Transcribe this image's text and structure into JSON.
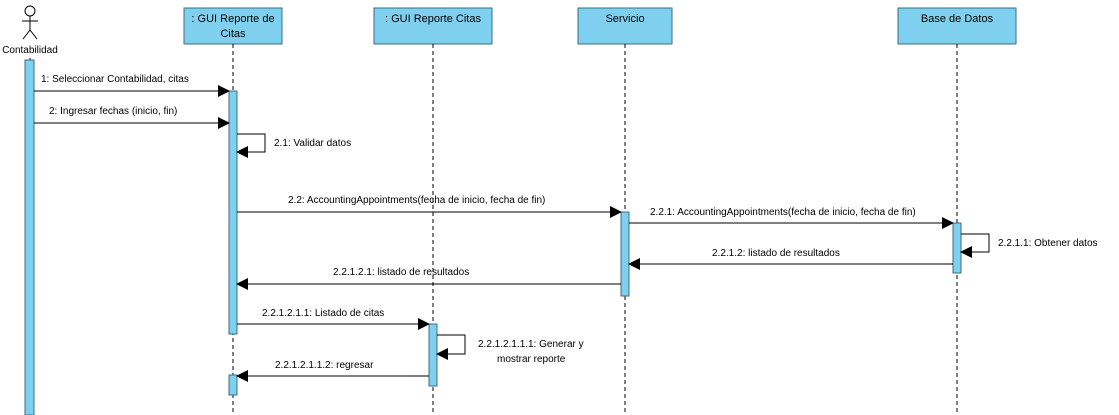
{
  "actor": {
    "name": "Contabilidad"
  },
  "lifelines": [
    {
      "id": "gui_reporte_de_citas",
      "name_lines": [
        ": GUI Reporte de",
        "Citas"
      ]
    },
    {
      "id": "gui_reporte_citas",
      "name_lines": [
        ": GUI Reporte Citas"
      ]
    },
    {
      "id": "servicio",
      "name_lines": [
        "Servicio"
      ]
    },
    {
      "id": "base_de_datos",
      "name_lines": [
        "Base de Datos"
      ]
    }
  ],
  "messages": [
    {
      "id": "m1",
      "text": "1: Seleccionar Contabilidad, citas"
    },
    {
      "id": "m2",
      "text": "2: Ingresar fechas (inicio, fin)"
    },
    {
      "id": "m21",
      "text": "2.1: Validar datos"
    },
    {
      "id": "m22",
      "text": "2.2: AccountingAppointments(fecha de inicio, fecha de fin)"
    },
    {
      "id": "m221",
      "text": "2.2.1: AccountingAppointments(fecha de inicio, fecha de fin)"
    },
    {
      "id": "m2211",
      "text": "2.2.1.1: Obtener datos"
    },
    {
      "id": "m2212",
      "text": "2.2.1.2: listado de resultados"
    },
    {
      "id": "m22121",
      "text": "2.2.1.2.1: listado de resultados"
    },
    {
      "id": "m221211",
      "text": "2.2.1.2.1.1: Listado de citas"
    },
    {
      "id": "m2212111",
      "text_lines": [
        "2.2.1.2.1.1.1: Generar y",
        "mostrar reporte"
      ]
    },
    {
      "id": "m2212112",
      "text": "2.2.1.2.1.1.2: regresar"
    }
  ],
  "colors": {
    "box_fill": "#7fd0ef",
    "box_stroke": "#3b6e82",
    "activation_fill": "#7fd0ef",
    "line": "#000000",
    "lifeline_dash": "#000000"
  }
}
